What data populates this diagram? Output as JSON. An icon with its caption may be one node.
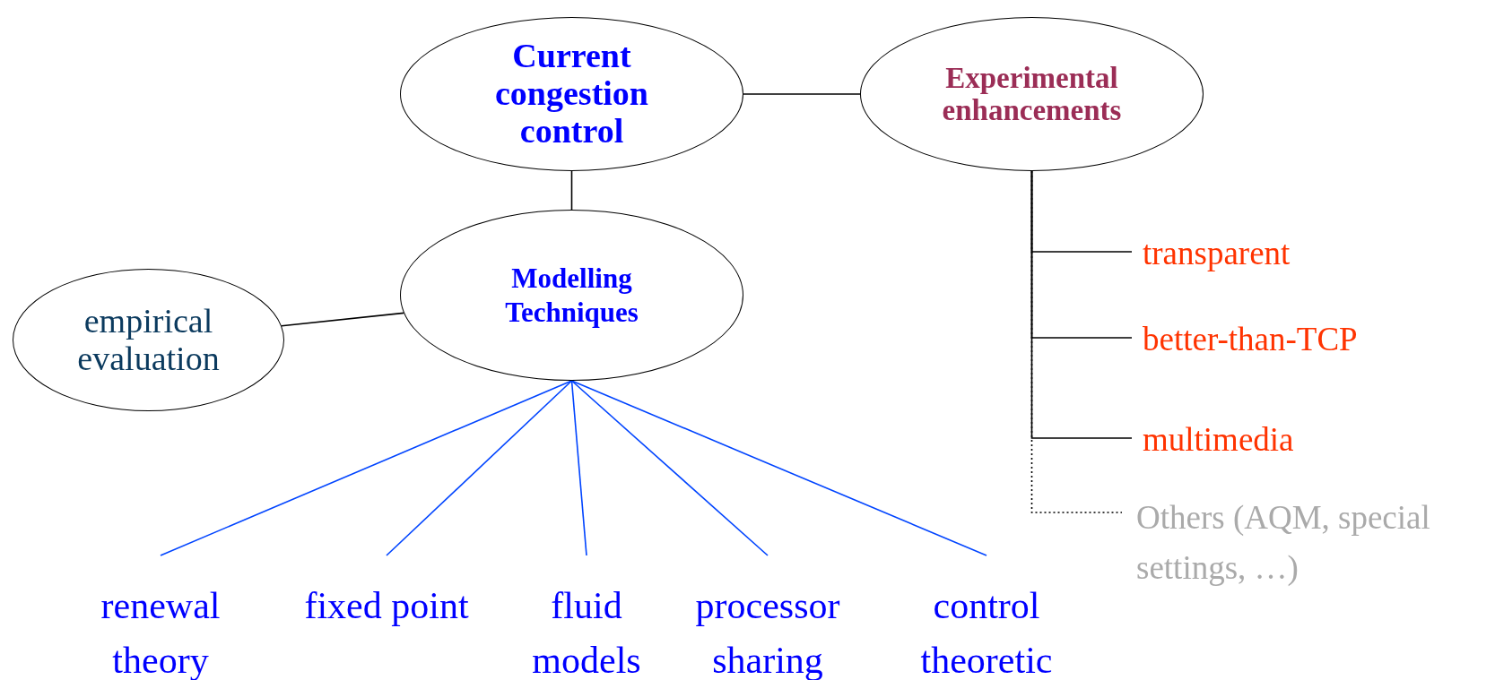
{
  "diagram": {
    "nodes": [
      {
        "text": [
          "Current congestion control"
        ]
      },
      {
        "text": [
          "Experimental enhancements"
        ]
      },
      {
        "text": [
          "Modelling Techniques"
        ]
      },
      {
        "text": [
          "empirical evaluation"
        ]
      },
      {
        "text": [
          "transparent"
        ]
      },
      {
        "text": [
          "better-than-TCP"
        ]
      },
      {
        "text": [
          "multimedia"
        ]
      },
      {
        "text": [
          "Others (AQM, special settings, …)"
        ]
      },
      {
        "text": [
          "renewal theory"
        ]
      },
      {
        "text": [
          "fixed point"
        ]
      },
      {
        "text": [
          "fluid models"
        ]
      },
      {
        "text": [
          "processor sharing"
        ]
      },
      {
        "text": [
          "control theoretic"
        ]
      }
    ],
    "edges": [
      {
        "from": 0,
        "to": 1,
        "arrow": "none"
      },
      {
        "from": 0,
        "to": 2,
        "arrow": "none"
      },
      {
        "from": 2,
        "to": 3,
        "arrow": "none"
      },
      {
        "from": 1,
        "to": 4,
        "arrow": "none"
      },
      {
        "from": 1,
        "to": 5,
        "arrow": "none"
      },
      {
        "from": 1,
        "to": 6,
        "arrow": "none"
      },
      {
        "from": 1,
        "to": 7,
        "arrow": "none",
        "style": "dashed"
      },
      {
        "from": 2,
        "to": 8,
        "arrow": "none",
        "color": "#0044ff"
      },
      {
        "from": 2,
        "to": 9,
        "arrow": "none",
        "color": "#0044ff"
      },
      {
        "from": 2,
        "to": 10,
        "arrow": "none",
        "color": "#0044ff"
      },
      {
        "from": 2,
        "to": 11,
        "arrow": "none",
        "color": "#0044ff"
      },
      {
        "from": 2,
        "to": 12,
        "arrow": "none",
        "color": "#0044ff"
      }
    ]
  }
}
